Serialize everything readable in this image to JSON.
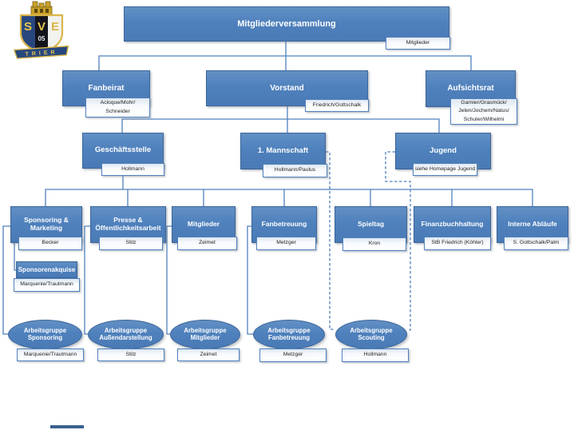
{
  "accent": "#4f81bd",
  "logo": {
    "sve": "SVE",
    "year": "05",
    "city": "TRIER"
  },
  "root": {
    "title": "Mitgliederversammlung",
    "label": "Mitglieder"
  },
  "level2": [
    {
      "title": "Fanbeirat",
      "label": "Acloque/Mohr/\nSchneider"
    },
    {
      "title": "Vorstand",
      "label": "Friedrich/Gottschalk"
    },
    {
      "title": "Aufsichtsrat",
      "label": "Garnier/Grasmück/\nJelen/Jochem/Natus/\nSchuler/Wilhelmi"
    }
  ],
  "level3": [
    {
      "title": "Geschäftsstelle",
      "label": "Hollmann"
    },
    {
      "title": "1. Mannschaft",
      "label": "Hollmann/Paulus"
    },
    {
      "title": "Jugend",
      "label": "siehe Homepage Jugend"
    }
  ],
  "level4": [
    {
      "title": "Sponsoring & Marketing",
      "label": "Becker"
    },
    {
      "title": "Presse & Öffentlichkeitsarbeit",
      "label": "Stilz"
    },
    {
      "title": "Mitglieder",
      "label": "Zeimet"
    },
    {
      "title": "Fanbetreuung",
      "label": "Metzger"
    },
    {
      "title": "Spieltag",
      "label": "Kron"
    },
    {
      "title": "Finanzbuchhaltung",
      "label": "StB Friedrich (Köhler)"
    },
    {
      "title": "Interne Abläufe",
      "label": "S. Gottschalk/Palm"
    }
  ],
  "sub": {
    "title": "Sponsorenakquise",
    "label": "Marquenie/Trautmann"
  },
  "workgroups": [
    {
      "title": "Arbeitsgruppe Sponsoring",
      "label": "Marquenie/Trautmann"
    },
    {
      "title": "Arbeitsgruppe Außendarstellung",
      "label": "Stilz"
    },
    {
      "title": "Arbeitsgruppe Mitglieder",
      "label": "Zeimet"
    },
    {
      "title": "Arbeitsgruppe Fanbetreuung",
      "label": "Metzger"
    },
    {
      "title": "Arbeitsgruppe Scouting",
      "label": "Hollmann"
    }
  ]
}
